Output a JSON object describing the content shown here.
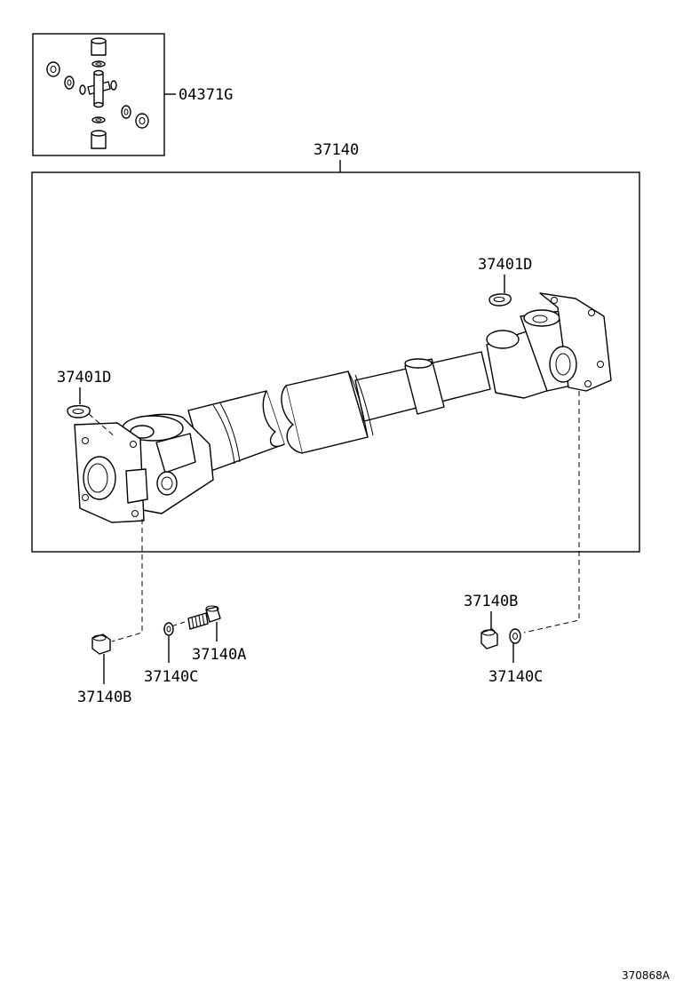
{
  "labels": {
    "universal_joint_kit": "04371G",
    "propeller_shaft_assembly": "37140",
    "snap_ring_right": "37401D",
    "snap_ring_left": "37401D",
    "bolt": "37140A",
    "nut_left": "37140B",
    "washer_left": "37140C",
    "nut_right": "37140B",
    "washer_right": "37140C"
  },
  "diagram_ref": "370868A"
}
